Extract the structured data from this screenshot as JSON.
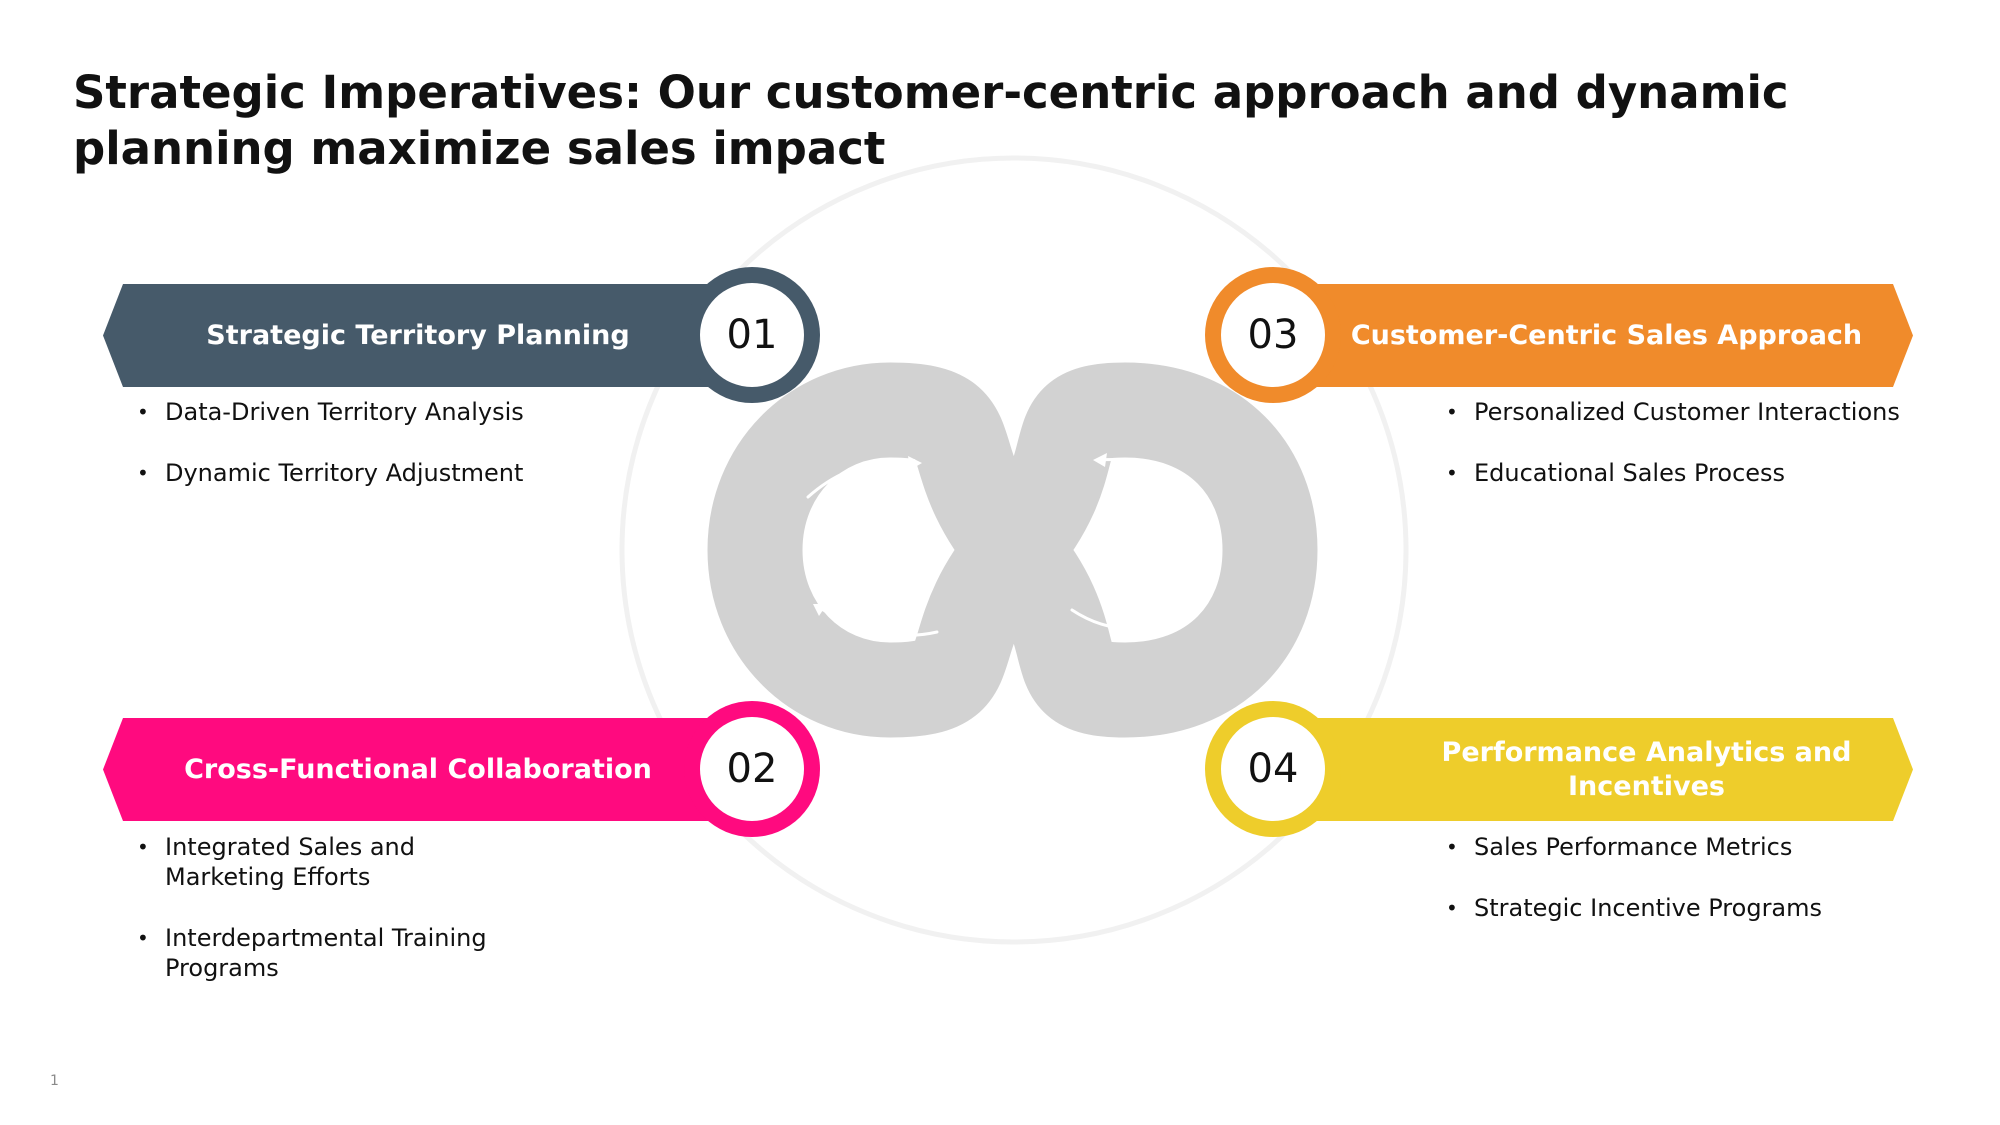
{
  "title": "Strategic Imperatives: Our customer-centric approach and dynamic planning maximize sales impact",
  "page_number": "1",
  "colors": {
    "slate": "#465a6a",
    "magenta": "#ff0a7f",
    "orange": "#f08b2b",
    "yellow": "#eecd2b",
    "infinity_gray": "#d2d2d2",
    "ring_gray": "#f1f1f1"
  },
  "center_graphic": {
    "icon": "infinity-loop-icon",
    "arrows": [
      "arrow-right-icon",
      "arrow-left-icon",
      "arrow-left-icon",
      "arrow-right-icon"
    ]
  },
  "sections": [
    {
      "number": "01",
      "heading": "Strategic Territory Planning",
      "color": "#465a6a",
      "bullets": [
        "Data-Driven Territory Analysis",
        "Dynamic Territory Adjustment"
      ]
    },
    {
      "number": "02",
      "heading": "Cross-Functional Collaboration",
      "color": "#ff0a7f",
      "bullets": [
        "Integrated Sales and Marketing Efforts",
        "Interdepartmental Training Programs"
      ]
    },
    {
      "number": "03",
      "heading": "Customer-Centric Sales Approach",
      "color": "#f08b2b",
      "bullets": [
        "Personalized Customer Interactions",
        "Educational Sales Process"
      ]
    },
    {
      "number": "04",
      "heading": "Performance Analytics and Incentives",
      "color": "#eecd2b",
      "bullets": [
        "Sales Performance Metrics",
        "Strategic Incentive Programs"
      ]
    }
  ]
}
